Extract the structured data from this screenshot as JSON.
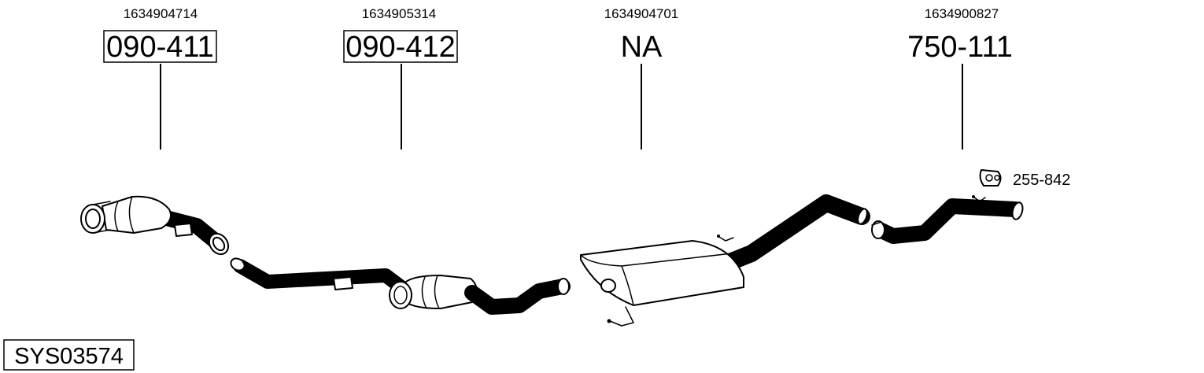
{
  "parts": [
    {
      "oem": "1634904714",
      "code": "090-411"
    },
    {
      "oem": "1634905314",
      "code": "090-412"
    },
    {
      "oem": "1634904701",
      "code": "NA"
    },
    {
      "oem": "1634900827",
      "code": "750-111"
    }
  ],
  "clamp": {
    "code": "255-842"
  },
  "system": {
    "code": "SYS03574"
  },
  "colors": {
    "line": "#000000",
    "background": "#ffffff"
  }
}
